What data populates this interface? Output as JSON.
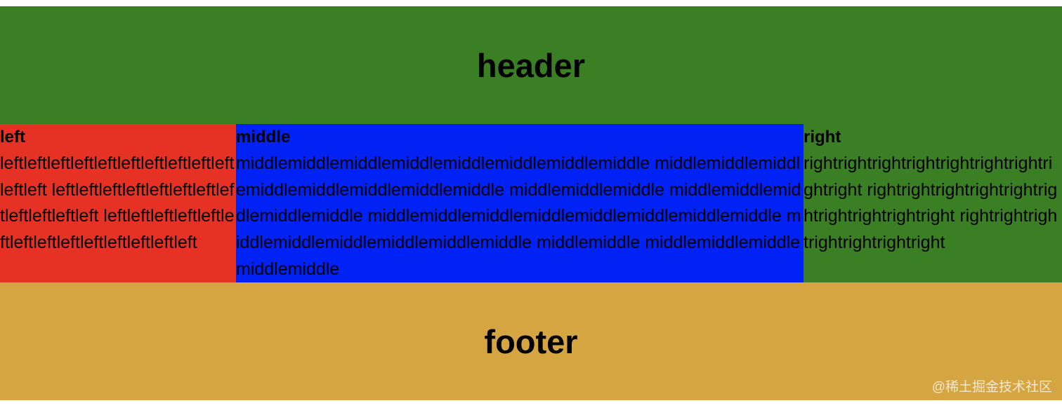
{
  "header": {
    "title": "header",
    "color": "#3a7f24"
  },
  "columns": {
    "left": {
      "title": "left",
      "body": "leftleftleftleftleftleftleftleftleftleftleftleft leftleftleftleftleftleftleftleftleftleftleftleft leftleftleftleftleftleftleftleftleftleftleftleftleftleft",
      "color": "#e63125"
    },
    "middle": {
      "title": "middle",
      "body": "middlemiddlemiddlemiddlemiddlemiddlemiddlemiddle middlemiddlemiddlemiddlemiddlemiddlemiddlemiddle middlemiddlemiddle middlemiddlemiddlemiddlemiddle middlemiddlemiddlemiddlemiddlemiddlemiddlemiddle middlemiddlemiddlemiddlemiddlemiddle middlemiddle middlemiddlemiddlemiddlemiddle",
      "color": "#0022f5"
    },
    "right": {
      "title": "right",
      "body": "rightrightrightrightrightrightrightrightright rightrightrightrightrightrightrightrightrightright rightrightrightrightrightrightright",
      "color": "#3a7f24"
    }
  },
  "footer": {
    "title": "footer",
    "color": "#d4a541"
  },
  "watermark": "@稀土掘金技术社区"
}
